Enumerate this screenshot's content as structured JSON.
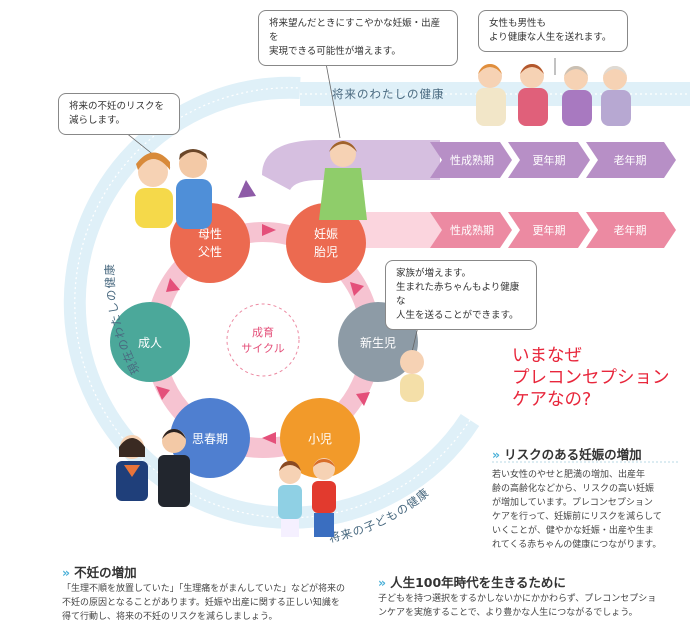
{
  "bubbles": {
    "infertility_risk": [
      "将来の不妊のリスクを",
      "減らします。"
    ],
    "pregnancy_possibility": [
      "将来望んだときにすこやかな妊娠・出産を",
      "実現できる可能性が増えます。"
    ],
    "healthy_life": [
      "女性も男性も",
      "より健康な人生を送れます。"
    ],
    "baby_health": [
      "家族が増えます。",
      "生まれた赤ちゃんもより健康な",
      "人生を送ることができます。"
    ]
  },
  "band_labels": {
    "future_my_health": "将来のわたしの健康",
    "current_my_health": "現在のわたしの健康",
    "future_child_health": "将来の子どもの健康"
  },
  "stage_arrows": {
    "purple": [
      "性成熟期",
      "更年期",
      "老年期"
    ],
    "pink": [
      "性成熟期",
      "更年期",
      "老年期"
    ]
  },
  "cycle": {
    "center": [
      "成育",
      "サイクル"
    ],
    "nodes": {
      "parents": [
        "母性",
        "父性"
      ],
      "pregnancy": [
        "妊娠",
        "胎児"
      ],
      "newborn": "新生児",
      "child": "小児",
      "puberty": "思春期",
      "adult": "成人"
    }
  },
  "headline": [
    "いまなぜ",
    "プレコンセプション",
    "ケアなの?"
  ],
  "sections": {
    "risk_pregnancy": {
      "title": "リスクのある妊娠の増加",
      "body": [
        "若い女性のやせと肥満の増加、出産年",
        "齢の高齢化などから、リスクの高い妊娠",
        "が増加しています。プレコンセプション",
        "ケアを行って、妊娠前にリスクを減らして",
        "いくことが、健やかな妊娠・出産や生ま",
        "れてくる赤ちゃんの健康につながります。"
      ]
    },
    "infertility_increase": {
      "title": "不妊の増加",
      "body": [
        "「生理不順を放置していた」「生理痛をがまんしていた」などが将来の",
        "不妊の原因となることがあります。妊娠や出産に関する正しい知識を",
        "得て行動し、将来の不妊のリスクを減らしましょう。"
      ]
    },
    "century_life": {
      "title": "人生100年時代を生きるために",
      "body": [
        "子どもを持つ選択をするかしないかにかかわらず、プレコンセプショ",
        "ンケアを実施することで、より豊かな人生につながるでしょう。"
      ]
    }
  },
  "colors": {
    "node_red": "#ec6a50",
    "node_teal": "#4ba89a",
    "node_gray": "#8d9ba6",
    "node_orange": "#f29a2a",
    "node_blue": "#4f7fd0",
    "ring_pink": "#f6c3d1",
    "band_blue": "#dff0f8",
    "purple_arrow": "#b78fc6",
    "pink_arrow": "#ec8aa2",
    "headline_red": "#e8273c",
    "accent_blue": "#4ab0d8"
  }
}
